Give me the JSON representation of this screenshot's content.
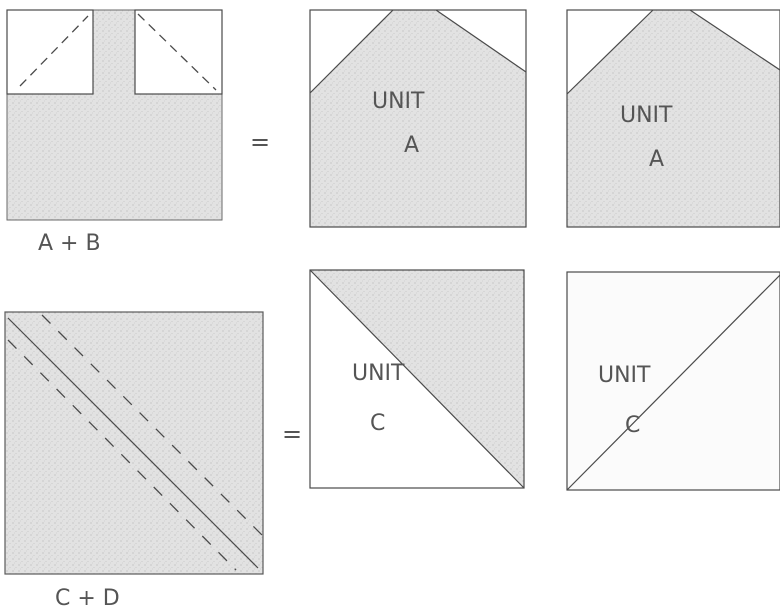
{
  "top_row": {
    "caption": "A + B",
    "equals": "=",
    "unit_left": {
      "word": "UNIT",
      "letter": "A"
    },
    "unit_right": {
      "word": "UNIT",
      "letter": "A"
    }
  },
  "bottom_row": {
    "caption": "C + D",
    "equals": "=",
    "unit_left": {
      "word": "UNIT",
      "letter": "C"
    },
    "unit_right": {
      "word": "UNIT",
      "letter": "C"
    }
  },
  "colors": {
    "shade": "#dcdcdc",
    "line": "#4a4a4a",
    "text": "#555555"
  }
}
